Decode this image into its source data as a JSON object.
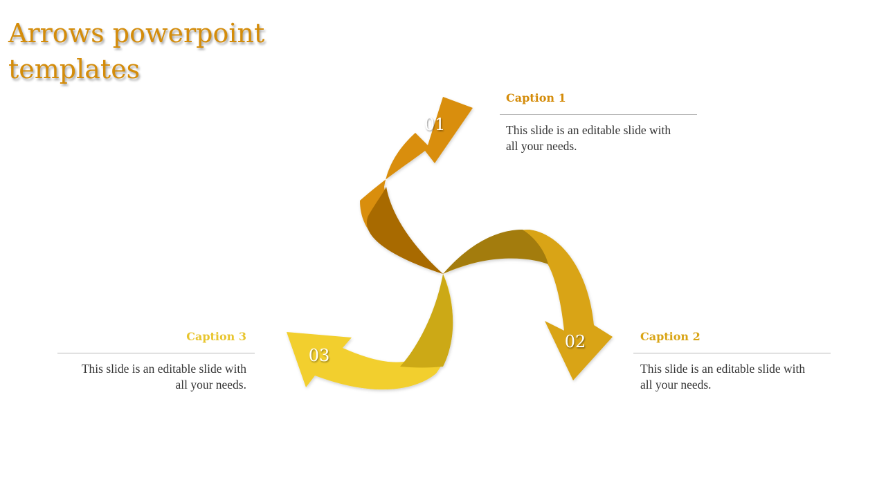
{
  "slide": {
    "title": "Arrows powerpoint templates"
  },
  "colors": {
    "title": "#d48c0a",
    "arrow_1": "#d98e0b",
    "arrow_1_shade": "#a86a06",
    "arrow_2": "#d9a414",
    "arrow_2_shade": "#a37c0d",
    "arrow_3": "#f2cf2e",
    "arrow_3_shade": "#cca912",
    "caption_1": "#d48c0a",
    "caption_2": "#d9a414",
    "caption_3": "#e8c52e",
    "body_text": "#333333",
    "rule": "#b8b8b8"
  },
  "arrows": [
    {
      "number": "01",
      "icon": "curved-arrow-up-right"
    },
    {
      "number": "02",
      "icon": "curved-arrow-down"
    },
    {
      "number": "03",
      "icon": "curved-arrow-left"
    }
  ],
  "captions": [
    {
      "title": "Caption 1",
      "text": "This slide is an editable slide with all your needs."
    },
    {
      "title": "Caption 2",
      "text": "This slide is an editable slide with all your needs."
    },
    {
      "title": "Caption 3",
      "text": "This slide is an editable slide with all your needs."
    }
  ]
}
